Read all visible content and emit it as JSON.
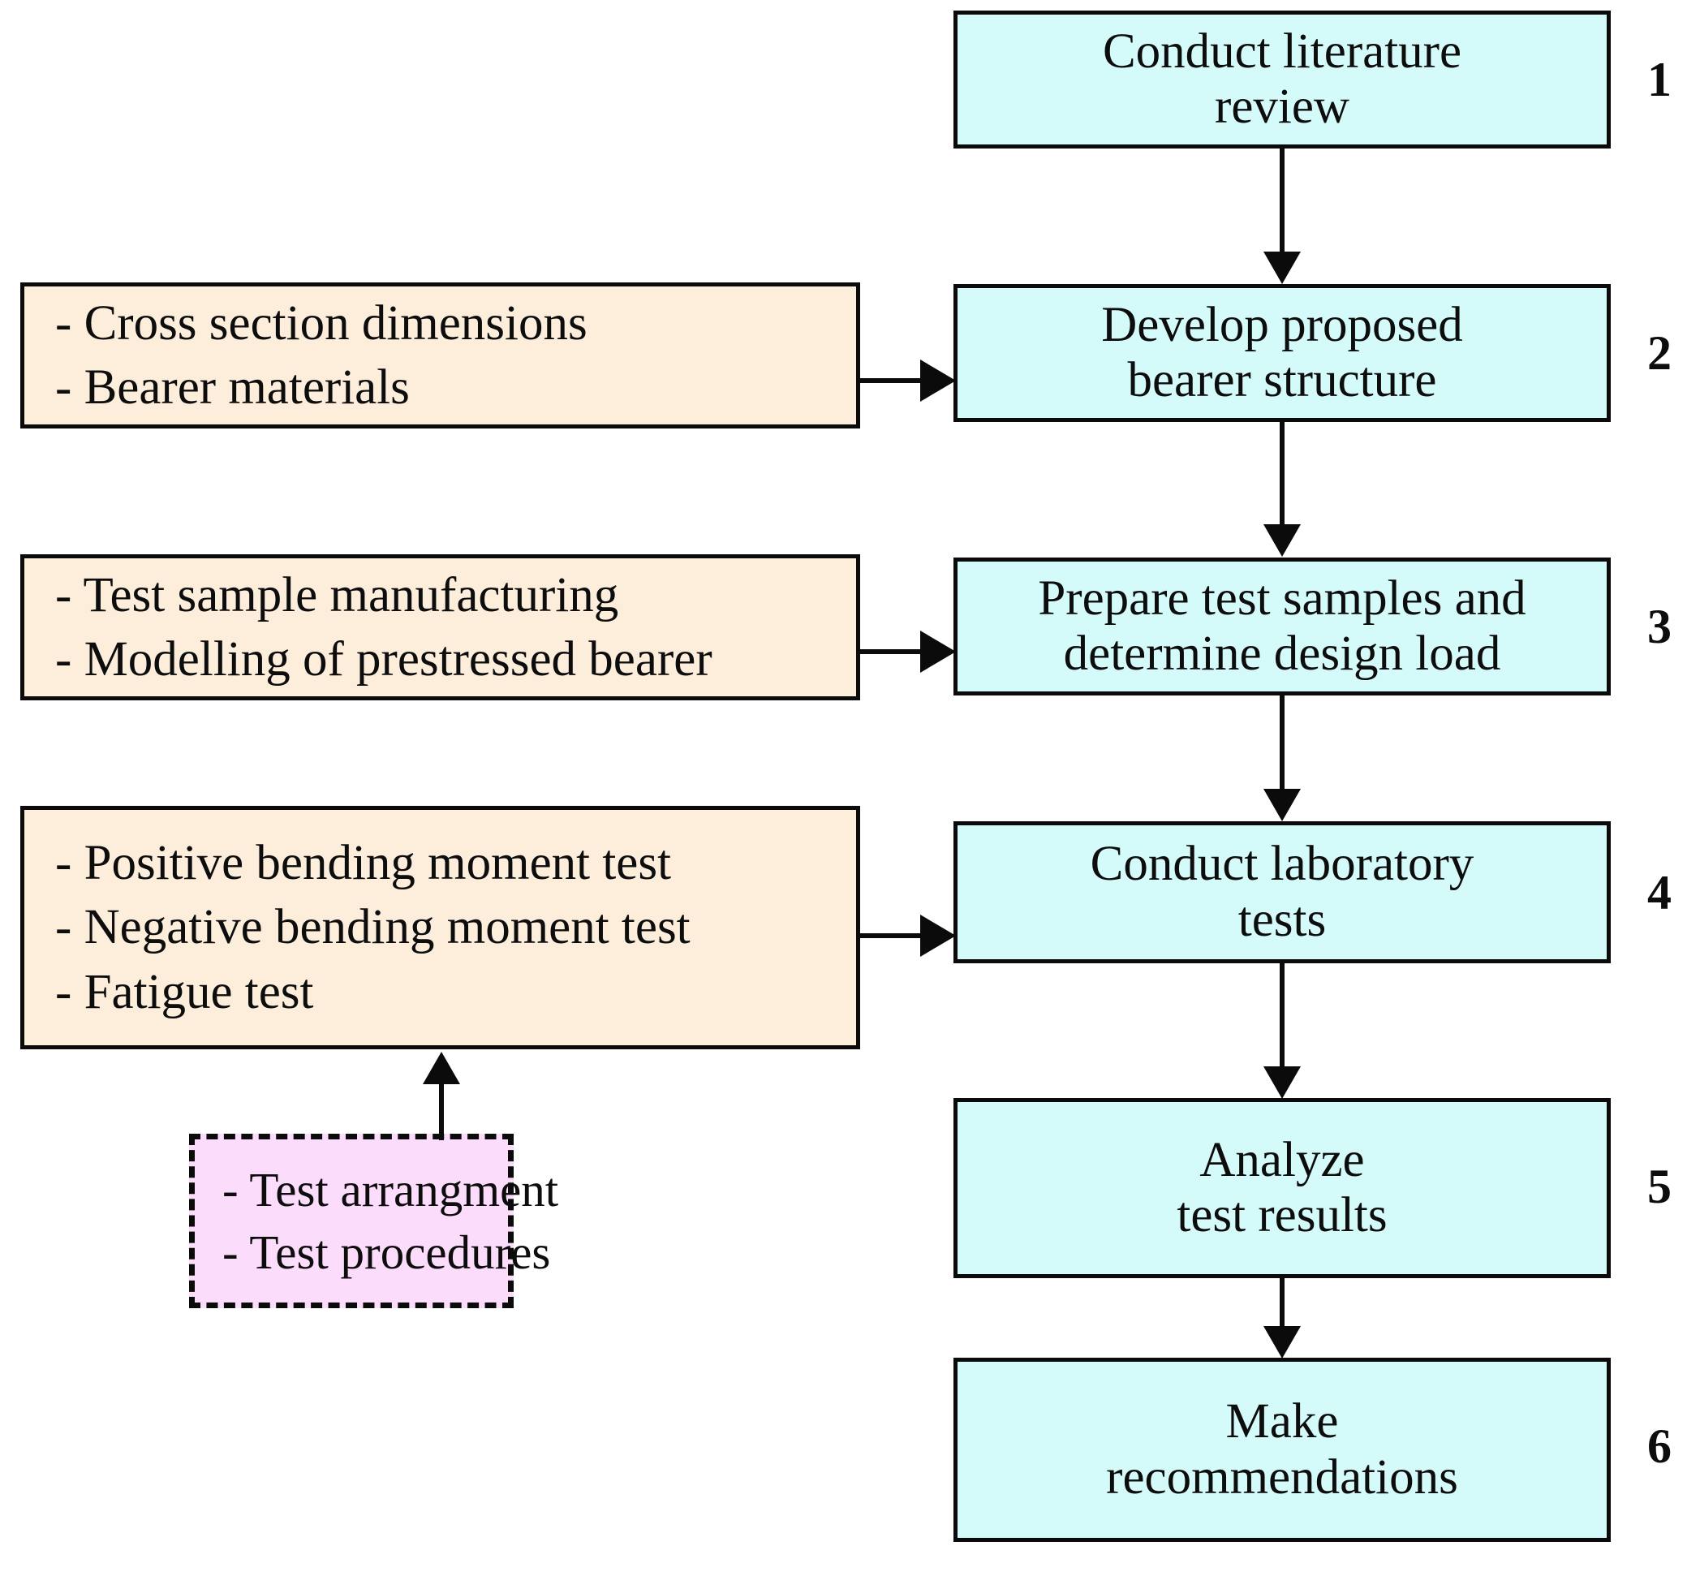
{
  "diagram": {
    "title": "Research methodology flowchart",
    "colors": {
      "process_fill": "#d4fafa",
      "input_fill": "#fdeedc",
      "dashed_fill": "#fbdcfb",
      "stroke": "#0b0b0b"
    },
    "process_steps": [
      {
        "number": "1",
        "lines": [
          "Conduct literature",
          "review"
        ]
      },
      {
        "number": "2",
        "lines": [
          "Develop proposed",
          "bearer structure"
        ]
      },
      {
        "number": "3",
        "lines": [
          "Prepare test samples and",
          "determine design load"
        ]
      },
      {
        "number": "4",
        "lines": [
          "Conduct laboratory",
          "tests"
        ]
      },
      {
        "number": "5",
        "lines": [
          "Analyze",
          "test results"
        ]
      },
      {
        "number": "6",
        "lines": [
          "Make",
          "recommendations"
        ]
      }
    ],
    "input_boxes": [
      {
        "lines": [
          "- Cross section dimensions",
          "- Bearer materials"
        ]
      },
      {
        "lines": [
          "- Test sample manufacturing",
          "- Modelling of prestressed bearer"
        ]
      },
      {
        "lines": [
          "- Positive bending moment test",
          "- Negative bending moment test",
          "- Fatigue test"
        ]
      }
    ],
    "dashed_box": {
      "lines": [
        "- Test arrangment",
        "- Test procedures"
      ]
    }
  }
}
